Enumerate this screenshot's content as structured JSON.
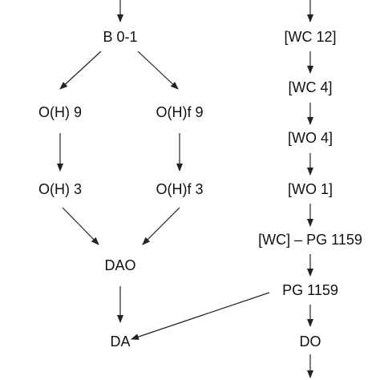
{
  "colors": {
    "ink": "#111111",
    "background": "#ffffff"
  },
  "nodes": {
    "b01": "B 0-1",
    "oh9": "O(H) 9",
    "ohf9": "O(H)f 9",
    "oh3": "O(H) 3",
    "ohf3": "O(H)f 3",
    "dao": "DAO",
    "da": "DA",
    "wc12": "[WC 12]",
    "wc4": "[WC 4]",
    "wo4": "[WO 4]",
    "wo1": "[WO 1]",
    "wcpg1159": "[WC] – PG 1159",
    "pg1159": "PG 1159",
    "do": "DO"
  }
}
